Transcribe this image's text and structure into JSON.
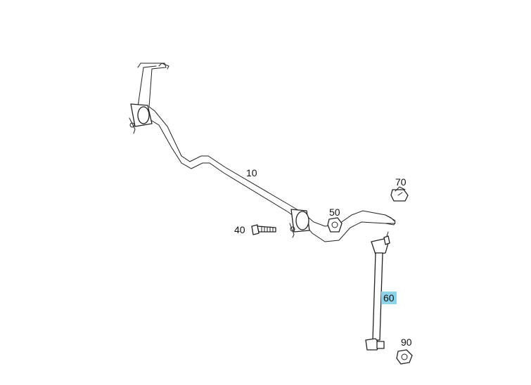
{
  "callouts": [
    {
      "id": "10",
      "text": "10",
      "highlight": false
    },
    {
      "id": "40",
      "text": "40",
      "highlight": false
    },
    {
      "id": "50",
      "text": "50",
      "highlight": false
    },
    {
      "id": "60",
      "text": "60",
      "highlight": true
    },
    {
      "id": "70",
      "text": "70",
      "highlight": false
    },
    {
      "id": "90",
      "text": "90",
      "highlight": false
    }
  ],
  "colors": {
    "highlight": "#8fd3ea",
    "line": "#222222",
    "background": "#ffffff"
  }
}
